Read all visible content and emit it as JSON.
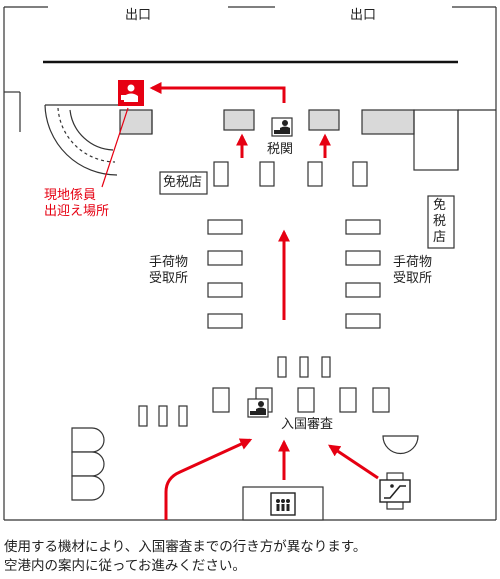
{
  "map": {
    "exit_labels": [
      "出口",
      "出口"
    ],
    "staff_meeting_point": {
      "line1": "現地係員",
      "line2": "出迎え場所",
      "icon": "staff-person-icon"
    },
    "customs_label": "税関",
    "duty_free_left": "免税店",
    "duty_free_right": "免税店",
    "baggage_claim_left": {
      "line1": "手荷物",
      "line2": "受取所"
    },
    "baggage_claim_right": {
      "line1": "手荷物",
      "line2": "受取所"
    },
    "immigration_label": "入国審査",
    "icons": [
      "customs-officer-icon",
      "immigration-officer-icon",
      "elevator-icon",
      "escalator-icon"
    ],
    "colors": {
      "route": "#e60012",
      "fixture_fill": "#d9d9d9",
      "outline": "#333333"
    }
  },
  "notes": {
    "line1": "使用する機材により、入国審査までの行き方が異なります。",
    "line2": "空港内の案内に従ってお進みください。"
  }
}
